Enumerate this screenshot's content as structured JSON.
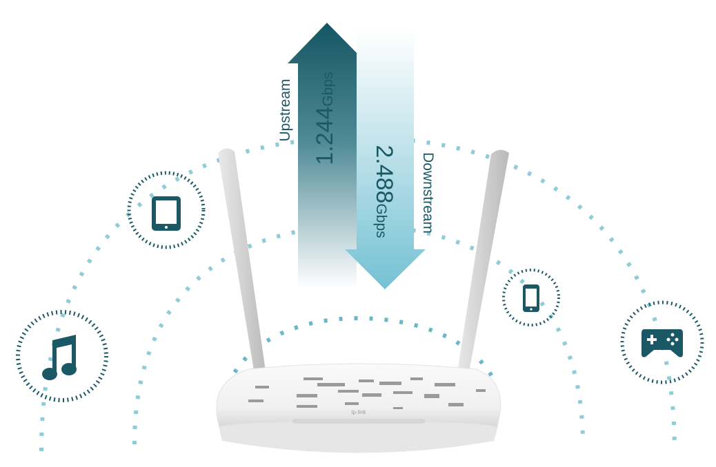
{
  "upstream": {
    "label": "Upstream",
    "speed": "1.244",
    "unit": "Gbps"
  },
  "downstream": {
    "label": "Downstream",
    "speed": "2.488",
    "unit": "Gbps"
  },
  "router": {
    "brand": "tp-link"
  },
  "devices": [
    "music-icon",
    "tablet-icon",
    "smartphone-icon",
    "gamepad-icon"
  ],
  "colors": {
    "dark_teal": "#175a66",
    "light_teal": "#7cc5d5",
    "dots": "#8fcbd8"
  }
}
